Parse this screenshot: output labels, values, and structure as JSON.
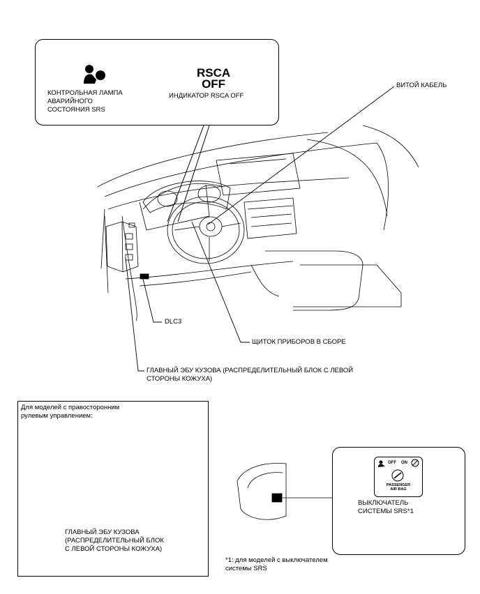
{
  "callout": {
    "srs_lamp_label": "КОНТРОЛЬНАЯ ЛАМПА\nАВАРИЙНОГО\nСОСТОЯНИЯ SRS",
    "rsca_line1": "RSCA",
    "rsca_line2": "OFF",
    "rsca_label": "ИНДИКАТОР RSCA OFF"
  },
  "labels": {
    "spiral_cable": "ВИТОЙ КАБЕЛЬ",
    "dlc3": "DLC3",
    "instrument_panel": "ЩИТОК ПРИБОРОВ В СБОРЕ",
    "main_body_ecu": "ГЛАВНЫЙ ЭБУ КУЗОВА (РАСПРЕДЕЛИТЕЛЬНЫЙ БЛОК С ЛЕВОЙ\nСТОРОНЫ КОЖУХА)"
  },
  "rhd_inset": {
    "title": "Для моделей с правосторонним\nрулевым управлением:",
    "ecu_label": "ГЛАВНЫЙ ЭБУ КУЗОВА\n(РАСПРЕДЕЛИТЕЛЬНЫЙ БЛОК\nС ЛЕВОЙ СТОРОНЫ КОЖУХА)"
  },
  "srs_switch": {
    "label": "ВЫКЛЮЧАТЕЛЬ\nСИСТЕМЫ SRS*1",
    "off_text": "OFF",
    "on_text": "ON",
    "plate_text": "PASSENGER\nAIR BAG"
  },
  "footnote": "*1: для моделей с выключателем\nсистемы SRS"
}
